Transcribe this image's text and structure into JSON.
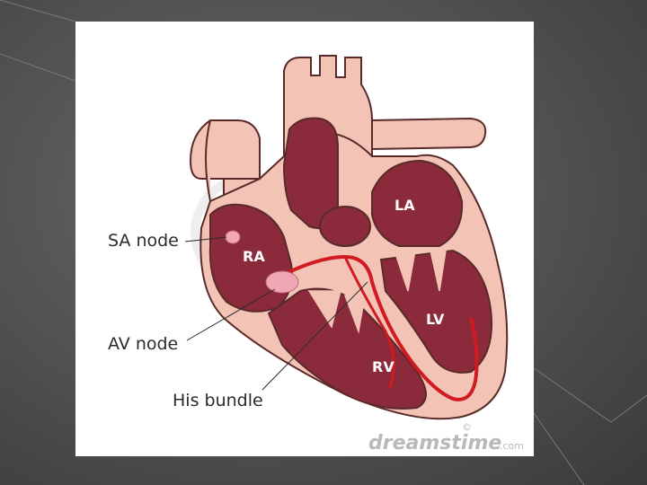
{
  "labels": {
    "sa_node": "SA node",
    "av_node": "AV node",
    "his_bundle": "His bundle"
  },
  "chambers": {
    "la": "LA",
    "ra": "RA",
    "lv": "LV",
    "rv": "RV"
  },
  "watermark": {
    "brand": "dreamstime",
    "suffix": ".com",
    "symbol": "©"
  },
  "colors": {
    "tissue": "#f3c4b6",
    "chamber": "#8b2a3a",
    "conduction": "#d11a22",
    "node": "#f0a6b4"
  }
}
